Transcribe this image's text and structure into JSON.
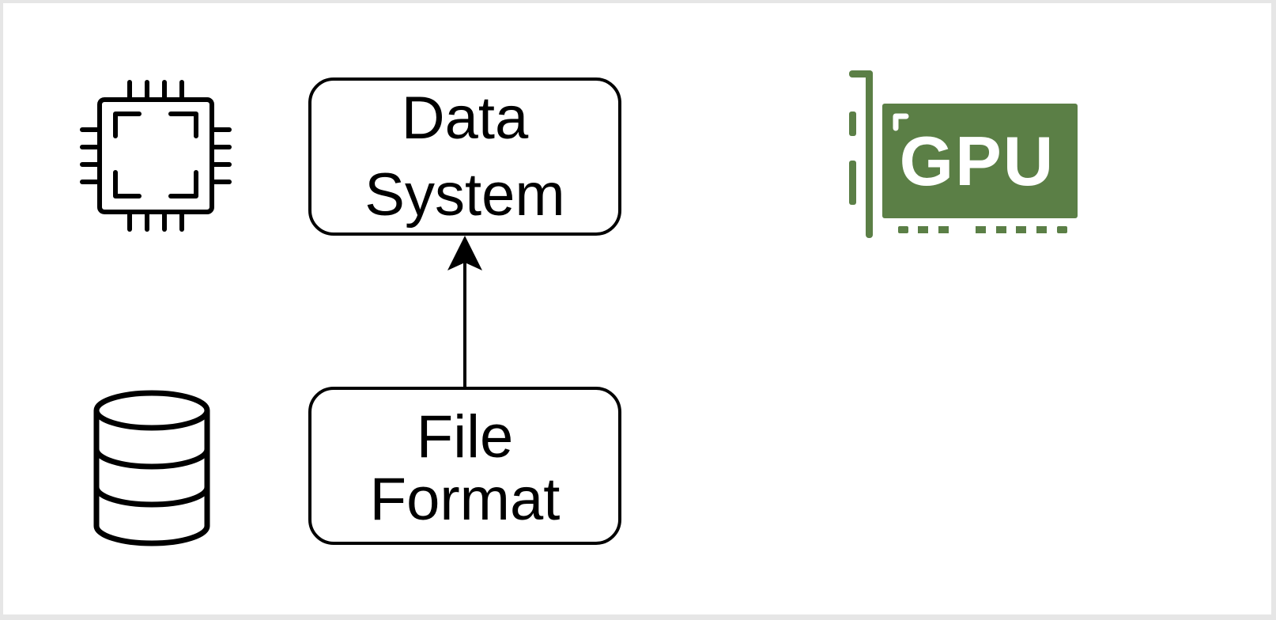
{
  "nodes": {
    "data_system": {
      "line1": "Data",
      "line2": "System"
    },
    "file_format": {
      "line1": "File",
      "line2": "Format"
    }
  },
  "gpu": {
    "label": "GPU",
    "color": "#5b7f46"
  },
  "edges": [
    {
      "from": "File Format",
      "to": "Data System",
      "style": "arrow"
    }
  ],
  "icons": [
    "cpu-chip-icon",
    "database-icon",
    "gpu-card-icon"
  ],
  "colors": {
    "stroke": "#000000",
    "background": "#ffffff",
    "gpu": "#5b7f46"
  }
}
